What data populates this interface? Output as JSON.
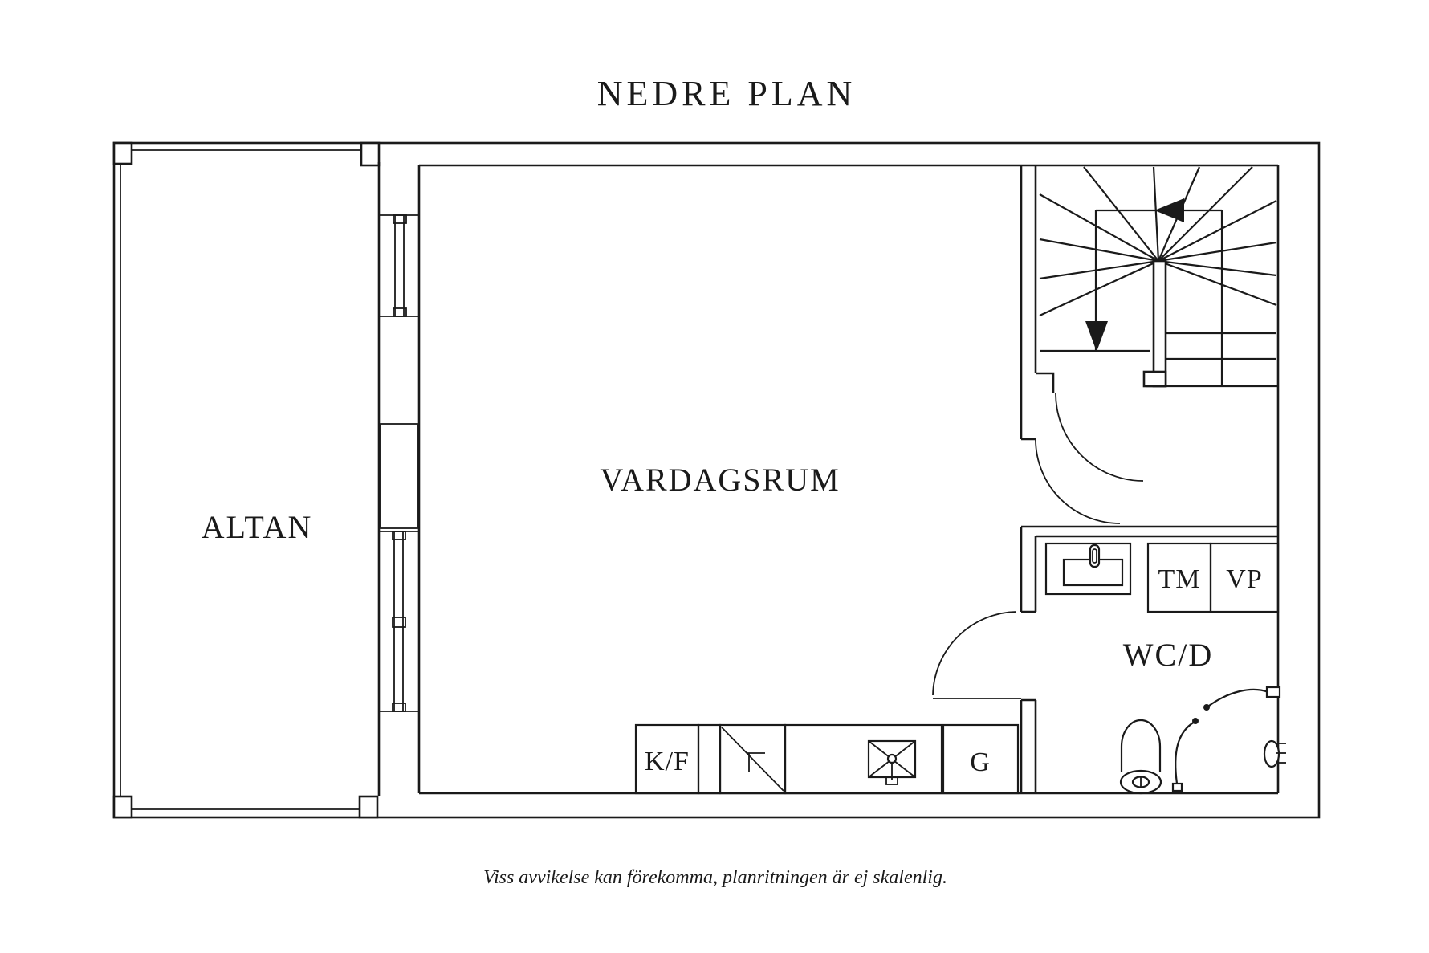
{
  "title": "NEDRE PLAN",
  "rooms": {
    "altan": "ALTAN",
    "vardagsrum": "VARDAGSRUM",
    "wcd": "WC/D"
  },
  "fixtures": {
    "fridge_freezer": "K/F",
    "wardrobe": "G",
    "washing_machine": "TM",
    "heat_pump": "VP"
  },
  "footer": "Viss avvikelse kan förekomma, planritningen är ej skalenlig.",
  "colors": {
    "ink": "#1a1a1a",
    "bg": "#ffffff"
  }
}
